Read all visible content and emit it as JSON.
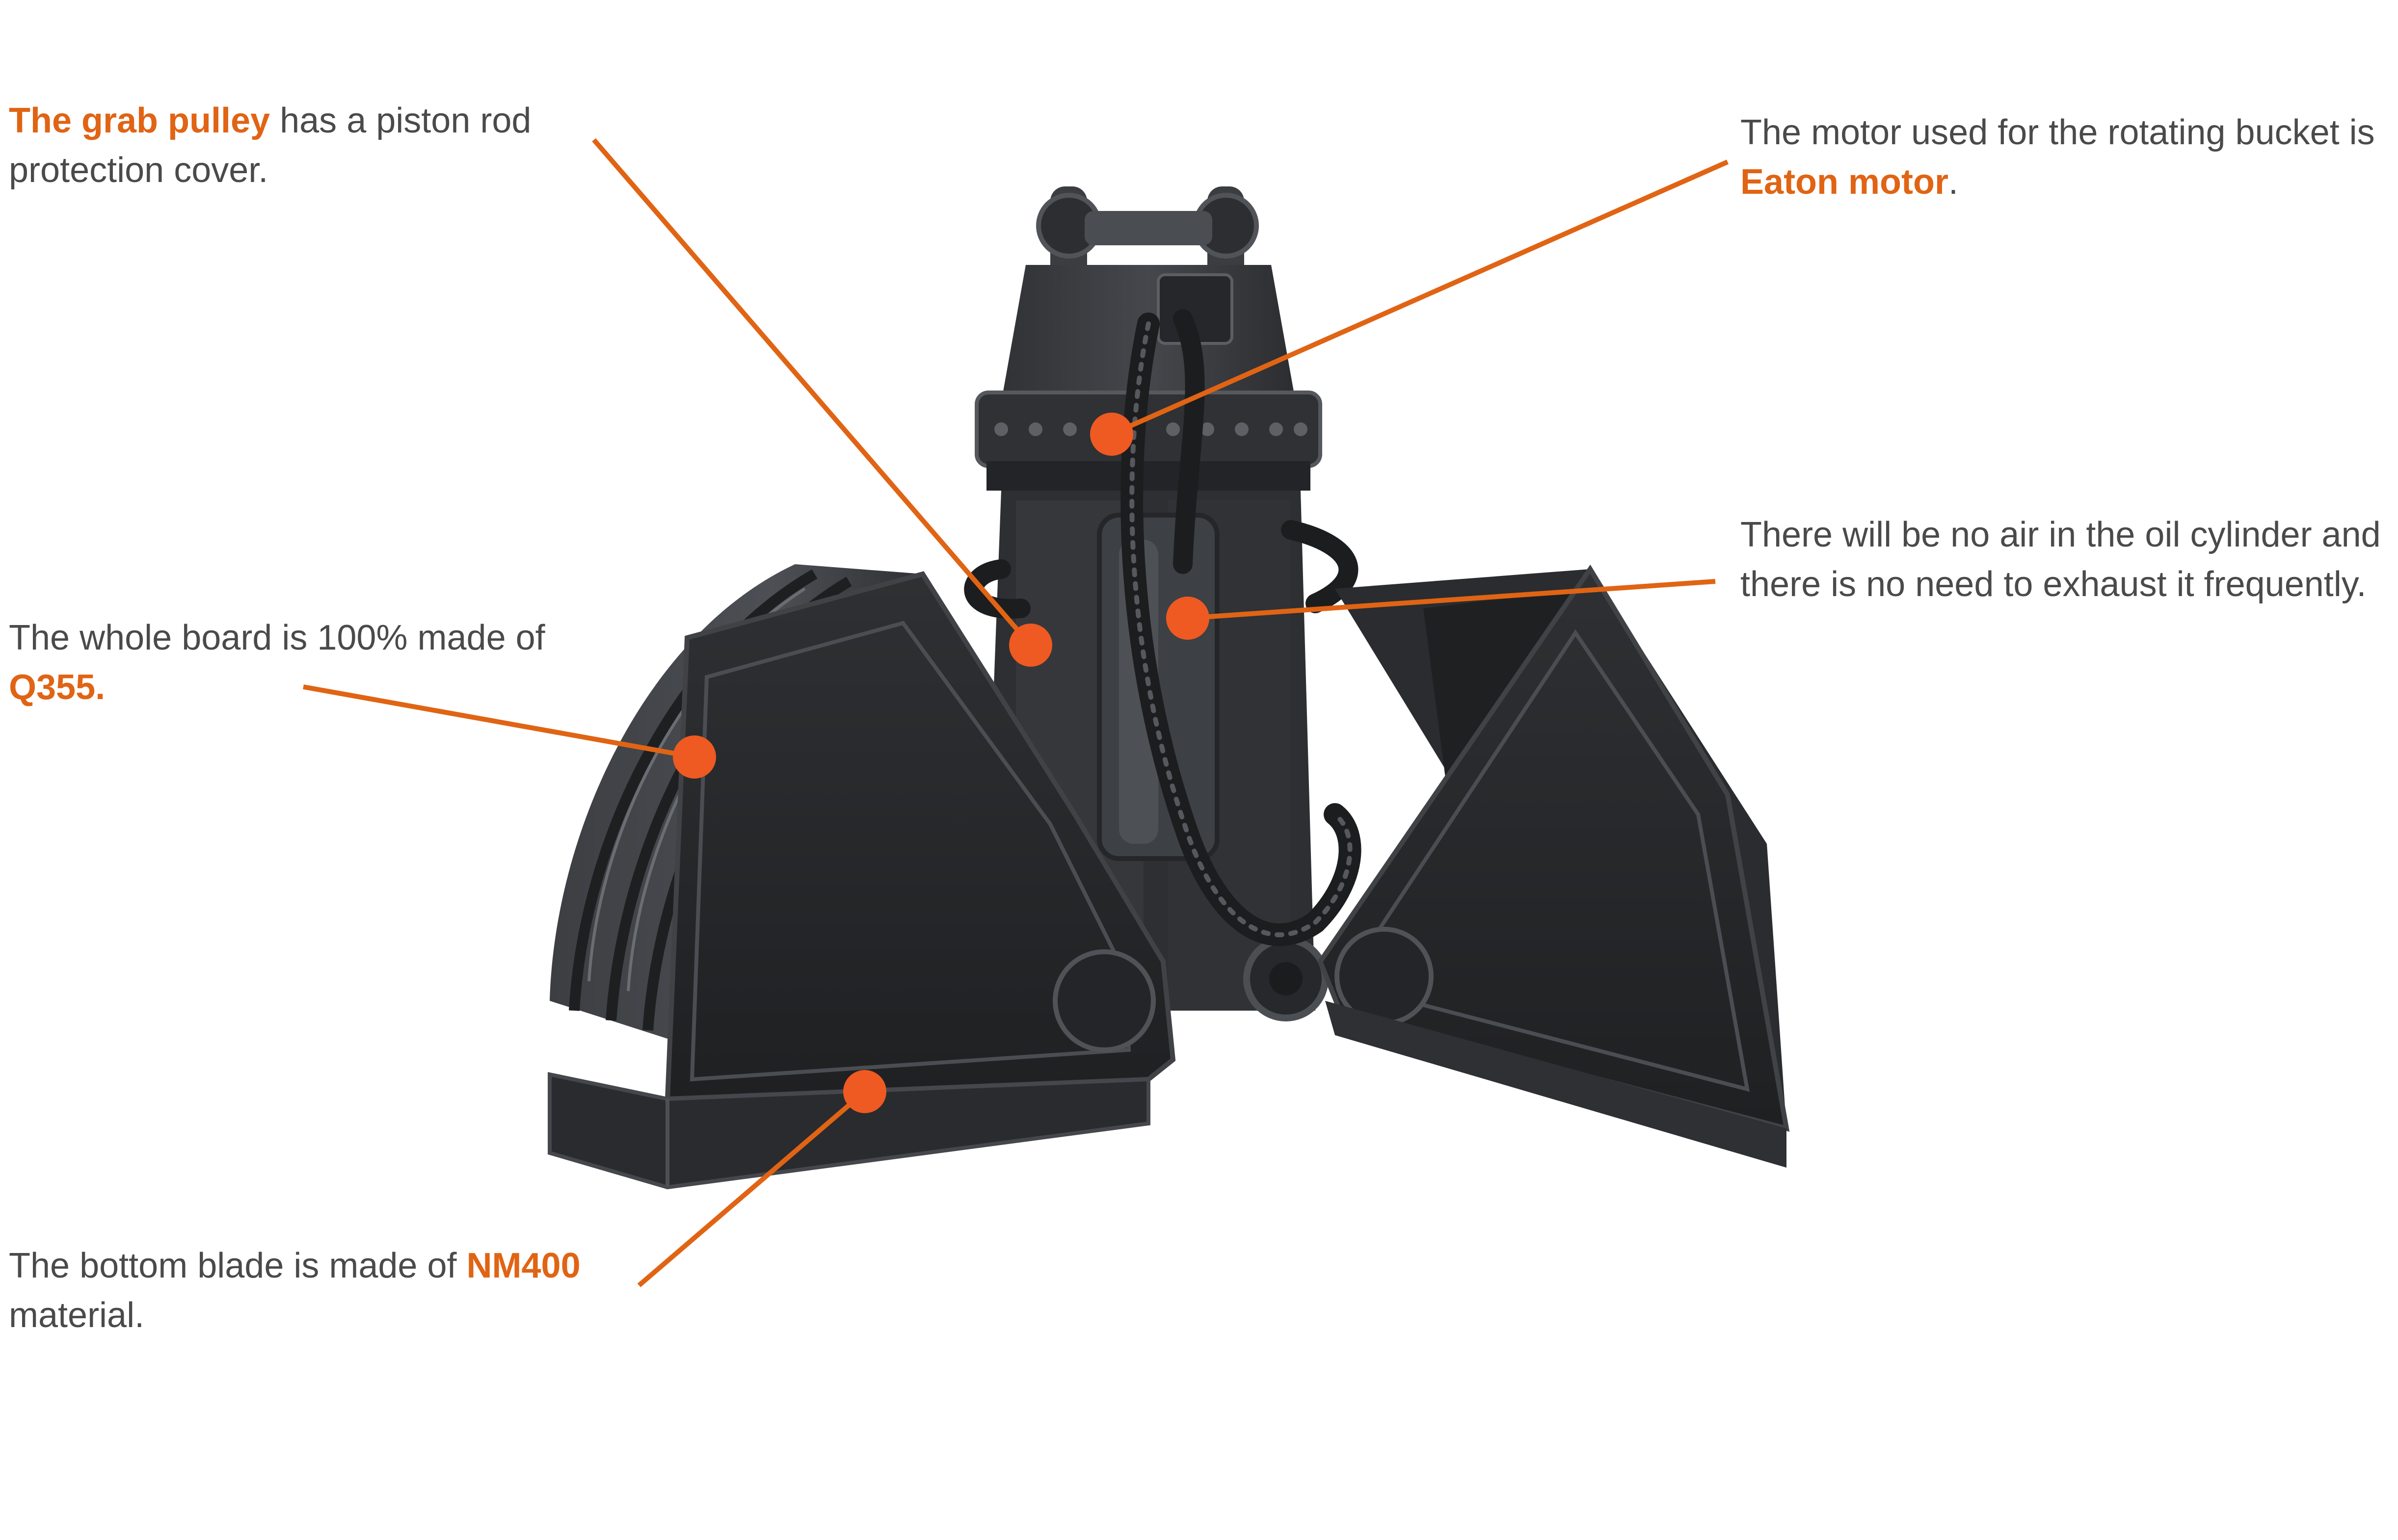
{
  "colors": {
    "accent": "#e06414",
    "marker": "#ee5a22",
    "text": "#4a4a4a",
    "steel_dark": "#2a2b2e",
    "steel_mid": "#3a3c40",
    "steel_light": "#55585d"
  },
  "callouts": {
    "pulley": {
      "highlight": "The grab pulley",
      "rest": " has a piston rod protection cover."
    },
    "board": {
      "lead": "The whole board is 100% made of ",
      "highlight": "Q355."
    },
    "blade": {
      "lead": "The bottom blade is made of ",
      "highlight": "NM400",
      "rest": " material."
    },
    "motor": {
      "lead": "The motor used for the rotating bucket is ",
      "highlight": "Eaton motor",
      "rest": "."
    },
    "cylinder": {
      "text": "There will be no air in the oil cylinder and there is no need to exhaust it frequently."
    }
  },
  "markers": [
    {
      "name": "motor-marker",
      "feature": "rotating motor"
    },
    {
      "name": "pulley-marker",
      "feature": "grab pulley"
    },
    {
      "name": "cylinder-marker",
      "feature": "oil cylinder"
    },
    {
      "name": "board-marker",
      "feature": "board plate"
    },
    {
      "name": "blade-marker",
      "feature": "bottom blade"
    }
  ]
}
